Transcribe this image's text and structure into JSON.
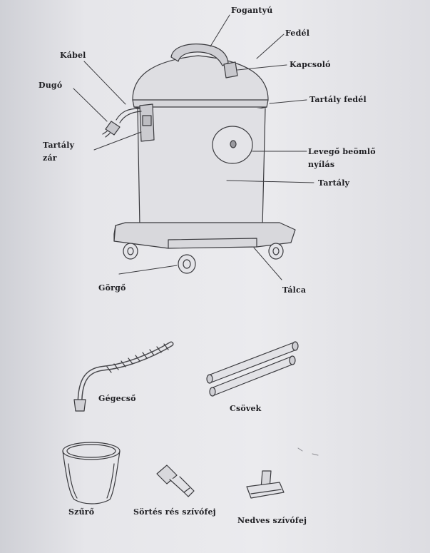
{
  "labels": {
    "handle": "Fogantyú",
    "lid": "Fedél",
    "cable": "Kábel",
    "switch": "Kapcsoló",
    "plug": "Dugó",
    "tank_lid": "Tartály fedél",
    "tank_lock_1": "Tartály",
    "tank_lock_2": "zár",
    "air_inlet_1": "Levegő beömlő",
    "air_inlet_2": "nyílás",
    "tank": "Tartály",
    "caster": "Görgő",
    "tray": "Tálca",
    "hose": "Gégecső",
    "tubes": "Csövek",
    "filter": "Szűrő",
    "brush_nozzle": "Sörtés rés szívófej",
    "wet_nozzle": "Nedves szívófej"
  }
}
